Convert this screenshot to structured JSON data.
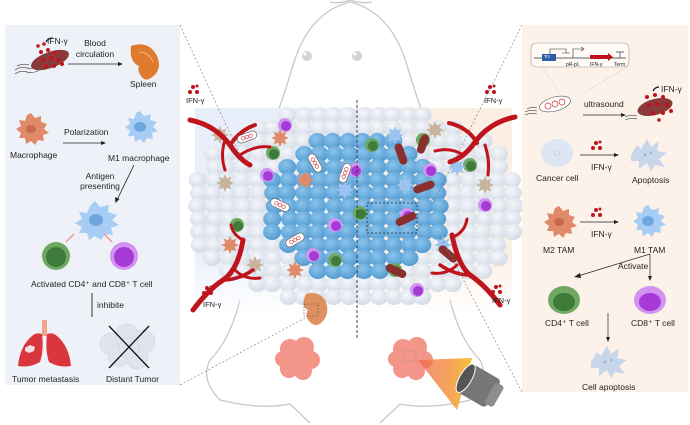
{
  "figure": {
    "type": "schematic",
    "theme_colors": {
      "left_panel_bg": "#eef2f8",
      "right_panel_bg": "#fdf2ea",
      "ifn_dot": "#c0141c",
      "vessel": "#c0141c",
      "tumor_cell": "#5fa8d8",
      "normal_cell": "#dfe4ec",
      "cd4_cell": "#4f8a4a",
      "cd8_cell": "#b04ad8",
      "macrophage_m2": "#e08a6a",
      "macrophage_m1": "#9cc4f0",
      "bacteria_engineered": "#8a2a2a",
      "ultrasound_beam": "#f5b942",
      "transducer": "#7a7a7a"
    }
  },
  "left_panel": {
    "ifn_label": "IFN-γ",
    "blood_circulation_label": "Blood\ncirculation",
    "blood_circulation_line1": "Blood",
    "blood_circulation_line2": "circulation",
    "spleen_label": "Spleen",
    "macrophage_label": "Macrophage",
    "polarization_label": "Polarization",
    "m1_macrophage_label": "M1 macrophage",
    "antigen_line1": "Antigen",
    "antigen_line2": "presenting",
    "activated_label": "Activated CD4⁺ and CD8⁺ T cell",
    "inhibit_label": "inhibite",
    "tumor_metastasis_label": "Tumor metastasis",
    "distant_tumor_label": "Distant Tumor"
  },
  "center": {
    "ifn_top_left": "IFN-γ",
    "ifn_top_right": "IFN-γ",
    "ifn_bottom_left": "IFN-γ",
    "ifn_bottom_right": "IFN-γ"
  },
  "right_panel": {
    "gene_circuit": {
      "repressor_label": "TcI",
      "promoter_label": "pR-pL",
      "gene_label": "IFN-γ",
      "terminator_label": "Term"
    },
    "ultrasound_label": "ultrasound",
    "ifn_label": "IFN-γ",
    "cancer_cell_label": "Cancer cell",
    "ifn_arrow1_label": "IFN-γ",
    "apoptosis_label": "Apoptosis",
    "m2_tam_label": "M2 TAM",
    "ifn_arrow2_label": "IFN-γ",
    "m1_tam_label": "M1 TAM",
    "activate_label": "Activate",
    "cd4_label": "CD4⁺ T cell",
    "cd8_label": "CD8⁺ T cell",
    "cell_apoptosis_label": "Cell apoptosis"
  }
}
